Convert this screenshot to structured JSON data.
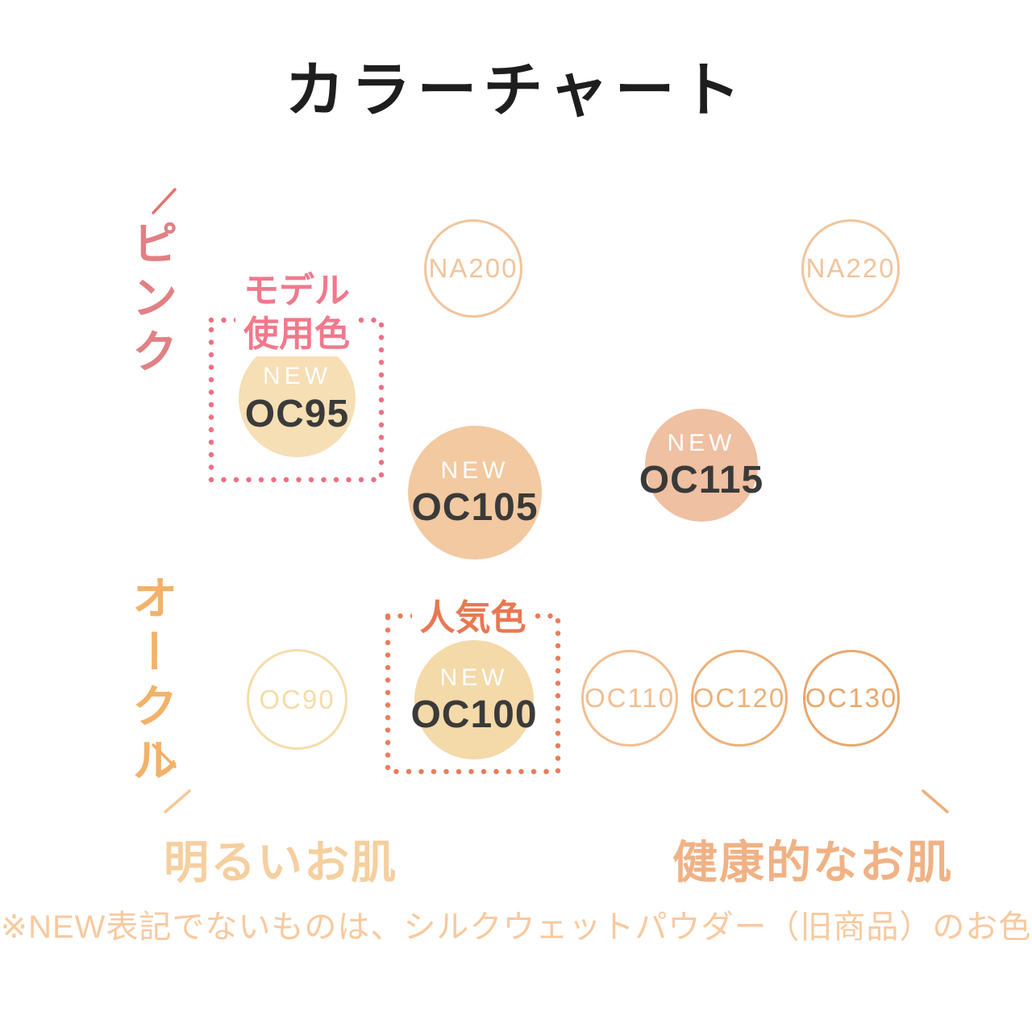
{
  "title": "カラーチャート",
  "axes": {
    "y_top_label": "ピンク",
    "y_bottom_label": "オークル",
    "x_left_label": "明るいお肌",
    "x_right_label": "健康的なお肌"
  },
  "labels": {
    "new_badge": "NEW",
    "model_callout_line1": "モデル",
    "model_callout_line2": "使用色",
    "popular_callout": "人気色"
  },
  "footnote": "※NEW表記でないものは、シルクウェットパウダー（旧商品）のお色",
  "shades": [
    {
      "code": "NA200",
      "style": "outlined",
      "new": false,
      "stroke": "#f2c49b"
    },
    {
      "code": "NA220",
      "style": "outlined",
      "new": false,
      "stroke": "#f2c49b"
    },
    {
      "code": "OC95",
      "style": "filled",
      "new": true,
      "fill": "#f6deb5"
    },
    {
      "code": "OC105",
      "style": "filled",
      "new": true,
      "fill": "#f2c9a0"
    },
    {
      "code": "OC115",
      "style": "filled",
      "new": true,
      "fill": "#efc0a2"
    },
    {
      "code": "OC90",
      "style": "outlined",
      "new": false,
      "stroke": "#f6dcaa"
    },
    {
      "code": "OC100",
      "style": "filled",
      "new": true,
      "fill": "#f4d9a9"
    },
    {
      "code": "OC110",
      "style": "outlined",
      "new": false,
      "stroke": "#f2be8f"
    },
    {
      "code": "OC120",
      "style": "outlined",
      "new": false,
      "stroke": "#edb077"
    },
    {
      "code": "OC130",
      "style": "outlined",
      "new": false,
      "stroke": "#e9a76b"
    }
  ],
  "colors": {
    "title_text": "#1e1e1e",
    "axis_pink_top": "#e4736e",
    "axis_ochre_bottom": "#f3ae63",
    "axis_h_left": "#f5c897",
    "axis_h_right": "#efae7c",
    "pink_label": "#e08184",
    "ochre_label": "#f2b269",
    "x_left_label": "#f6cf9f",
    "x_right_label": "#f0b285",
    "footnote_text": "#f8c99e",
    "model_box": "#ee7182",
    "model_label": "#f0798c",
    "popular_box": "#eb7c5b",
    "popular_label": "#e87852",
    "new_text": "#ffffff",
    "code_text": "#3a3a3a"
  },
  "chart_data": {
    "type": "scatter",
    "title": "カラーチャート",
    "x_axis": {
      "left_label": "明るいお肌",
      "right_label": "健康的なお肌"
    },
    "y_axis": {
      "top_label": "ピンク",
      "bottom_label": "オークル"
    },
    "legend_note": "※NEW表記でないものは、シルクウェットパウダー（旧商品）のお色",
    "points": [
      {
        "label": "NA200",
        "new": false,
        "marker": "outline",
        "x": 0.39,
        "y": 0.14
      },
      {
        "label": "NA220",
        "new": false,
        "marker": "outline",
        "x": 0.88,
        "y": 0.14
      },
      {
        "label": "OC95",
        "new": true,
        "marker": "filled",
        "x": 0.17,
        "y": 0.36,
        "annotation": "モデル使用色"
      },
      {
        "label": "OC105",
        "new": true,
        "marker": "filled",
        "x": 0.4,
        "y": 0.53
      },
      {
        "label": "OC115",
        "new": true,
        "marker": "filled",
        "x": 0.69,
        "y": 0.48
      },
      {
        "label": "OC90",
        "new": false,
        "marker": "outline",
        "x": 0.17,
        "y": 0.88
      },
      {
        "label": "OC100",
        "new": true,
        "marker": "filled",
        "x": 0.4,
        "y": 0.88,
        "annotation": "人気色"
      },
      {
        "label": "OC110",
        "new": false,
        "marker": "outline",
        "x": 0.59,
        "y": 0.88
      },
      {
        "label": "OC120",
        "new": false,
        "marker": "outline",
        "x": 0.73,
        "y": 0.88
      },
      {
        "label": "OC130",
        "new": false,
        "marker": "outline",
        "x": 0.88,
        "y": 0.88
      }
    ]
  }
}
